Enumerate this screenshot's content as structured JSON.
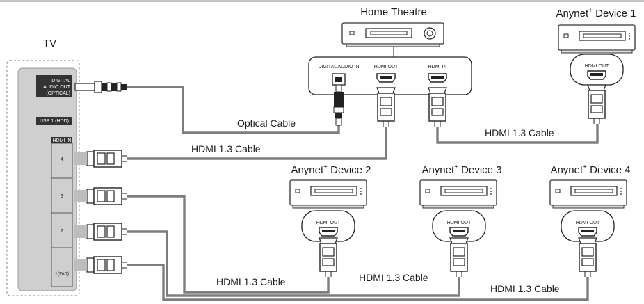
{
  "tv": {
    "label": "TV"
  },
  "tv_ports": {
    "digital_audio_out": [
      "DIGITAL",
      "AUDIO OUT",
      "(OPTICAL)"
    ],
    "usb": "USB 1 (HDD)",
    "hdmi_in": "HDMI IN",
    "slots": [
      "4",
      "3",
      "2",
      "1(DVI)"
    ]
  },
  "home_theatre": {
    "label": "Home Theatre",
    "ports": {
      "digital_audio_in": "DIGITAL AUDIO IN",
      "hdmi_out": "HDMI OUT",
      "hdmi_in": "HDMI IN"
    }
  },
  "devices": [
    {
      "name": "Anynet",
      "sup": "+",
      "num": " Device 1",
      "port": "HDMI OUT"
    },
    {
      "name": "Anynet",
      "sup": "+",
      "num": " Device 2",
      "port": "HDMI OUT"
    },
    {
      "name": "Anynet",
      "sup": "+",
      "num": " Device 3",
      "port": "HDMI OUT"
    },
    {
      "name": "Anynet",
      "sup": "+",
      "num": " Device 4",
      "port": "HDMI OUT"
    }
  ],
  "cables": {
    "optical": "Optical Cable",
    "hdmi_tv_ht": "HDMI 1.3 Cable",
    "hdmi_ht_d1": "HDMI 1.3 Cable",
    "hdmi_d2": "HDMI 1.3 Cable",
    "hdmi_d3": "HDMI 1.3 Cable",
    "hdmi_d4": "HDMI 1.3 Cable"
  },
  "colors": {
    "cable": "#7d7d7d",
    "tv_panel": "#cfcfcf",
    "port_dark": "#333333"
  }
}
